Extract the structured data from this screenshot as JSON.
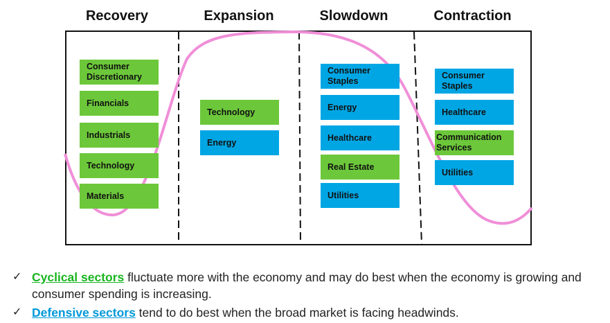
{
  "phases": [
    {
      "title": "Recovery"
    },
    {
      "title": "Expansion"
    },
    {
      "title": "Slowdown"
    },
    {
      "title": "Contraction"
    }
  ],
  "sectors": {
    "recovery": [
      {
        "label": "Consumer Discretionary",
        "type": "cyclical"
      },
      {
        "label": "Financials",
        "type": "cyclical"
      },
      {
        "label": "Industrials",
        "type": "cyclical"
      },
      {
        "label": "Technology",
        "type": "cyclical"
      },
      {
        "label": "Materials",
        "type": "cyclical"
      }
    ],
    "expansion": [
      {
        "label": "Technology",
        "type": "cyclical"
      },
      {
        "label": "Energy",
        "type": "defensive"
      }
    ],
    "slowdown": [
      {
        "label": "Consumer Staples",
        "type": "defensive"
      },
      {
        "label": "Energy",
        "type": "defensive"
      },
      {
        "label": "Healthcare",
        "type": "defensive"
      },
      {
        "label": "Real Estate",
        "type": "cyclical"
      },
      {
        "label": "Utilities",
        "type": "defensive"
      }
    ],
    "contraction": [
      {
        "label": "Consumer Staples",
        "type": "defensive"
      },
      {
        "label": "Healthcare",
        "type": "defensive"
      },
      {
        "label": "Communication Services",
        "type": "cyclical"
      },
      {
        "label": "Utilities",
        "type": "defensive"
      }
    ]
  },
  "colors": {
    "cyclical": "#6cc83a",
    "defensive": "#00a6e4",
    "curve": "#f08fd8"
  },
  "notes": [
    {
      "icon": "check-icon",
      "highlight": "Cyclical sectors",
      "text": " fluctuate more with the economy and may do best when the economy is growing and consumer spending is increasing."
    },
    {
      "icon": "check-icon",
      "highlight": "Defensive sectors",
      "text": " tend to do best when the broad market is facing headwinds."
    }
  ]
}
